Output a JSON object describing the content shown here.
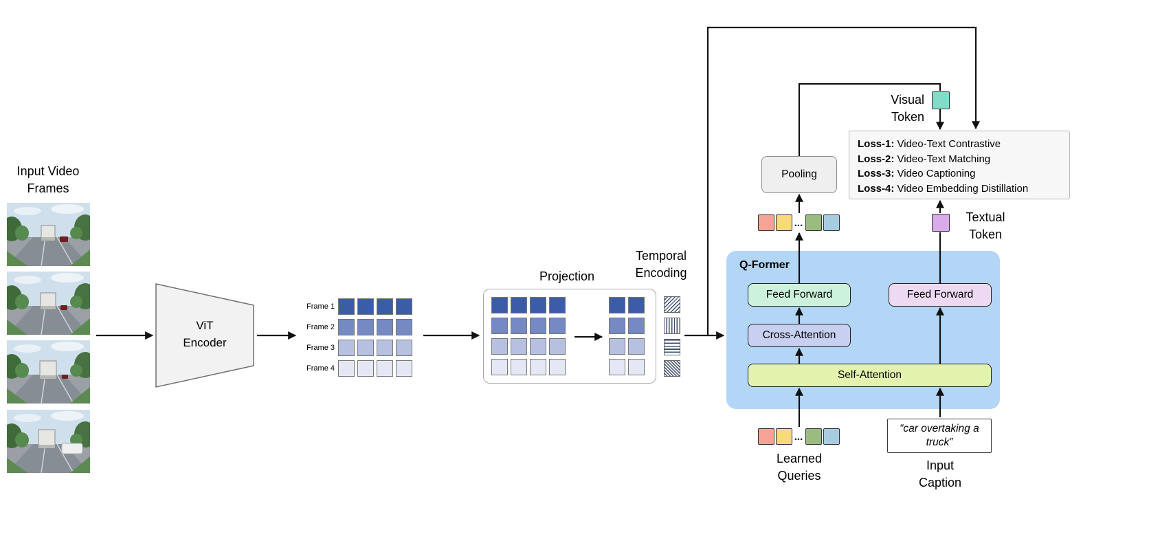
{
  "input_video": {
    "label": "Input Video Frames",
    "frame_count": 4
  },
  "vit_encoder": {
    "label": "ViT Encoder"
  },
  "frame_tokens": {
    "rows": [
      {
        "label": "Frame 1",
        "color": "#3b5da8"
      },
      {
        "label": "Frame 2",
        "color": "#7589c3"
      },
      {
        "label": "Frame 3",
        "color": "#b6c1e0"
      },
      {
        "label": "Frame 4",
        "color": "#e4e8f4"
      }
    ],
    "cols": 4
  },
  "projection": {
    "label": "Projection",
    "input_cols": 4,
    "output_cols": 2
  },
  "temporal_encoding": {
    "label": "Temporal Encoding",
    "patterns": [
      "diagonal-lines",
      "vertical-lines",
      "horizontal-lines",
      "diagonal-lines-dense"
    ]
  },
  "qformer": {
    "title": "Q-Former",
    "feed_forward_left": {
      "label": "Feed Forward",
      "color": "#ccf2dd"
    },
    "cross_attention": {
      "label": "Cross-Attention",
      "color": "#c7d0f0"
    },
    "self_attention": {
      "label": "Self-Attention",
      "color": "#e2f3ae"
    },
    "feed_forward_right": {
      "label": "Feed Forward",
      "color": "#eed9f2"
    }
  },
  "pooling": {
    "label": "Pooling"
  },
  "visual_token": {
    "label": "Visual Token",
    "color": "#82dcc8"
  },
  "textual_token": {
    "label": "Textual Token",
    "color": "#d9abe8"
  },
  "loss_box": {
    "items": [
      {
        "name": "Loss-1:",
        "text": " Video-Text Contrastive"
      },
      {
        "name": "Loss-2:",
        "text": " Video-Text Matching"
      },
      {
        "name": "Loss-3:",
        "text": " Video Captioning"
      },
      {
        "name": "Loss-4:",
        "text": " Video Embedding Distillation"
      }
    ]
  },
  "query_tokens": {
    "colors": [
      "#f5a396",
      "#f7d97b",
      "#9bbc80",
      "#a7cce0"
    ],
    "ellipsis": "..."
  },
  "learned_queries": {
    "label": "Learned Queries"
  },
  "input_caption": {
    "text": "“car overtaking a truck”",
    "label": "Input Caption"
  }
}
